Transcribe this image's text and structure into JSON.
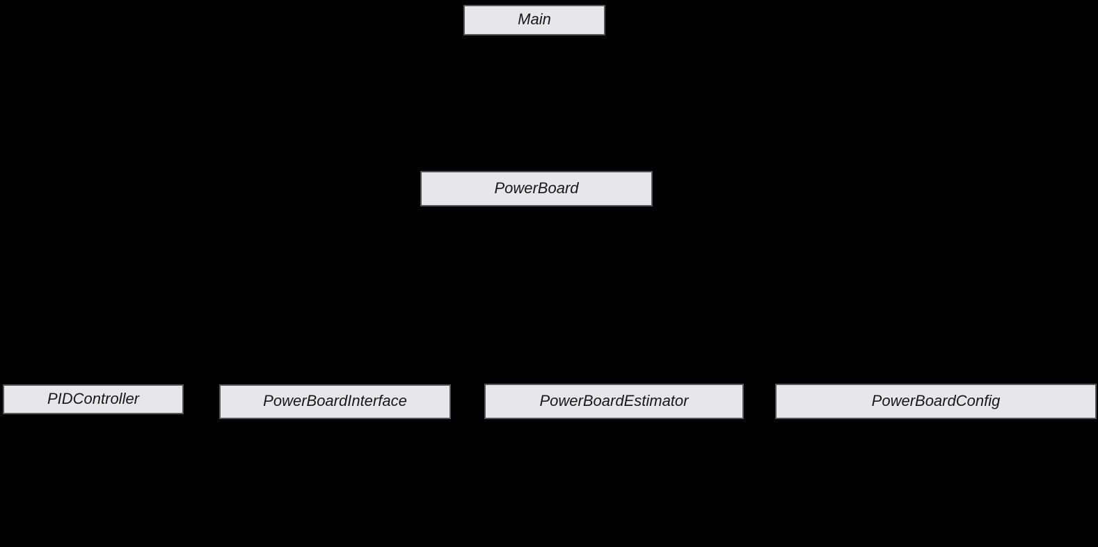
{
  "diagram": {
    "background": "#000000",
    "node_fill": "#e7e7e9",
    "node_border": "#54585b",
    "node_text_color": "#18181b",
    "nodes": [
      {
        "label": "Main"
      },
      {
        "label": "PowerBoard"
      },
      {
        "label": "PIDController"
      },
      {
        "label": "PowerBoardInterface"
      },
      {
        "label": "PowerBoardEstimator"
      },
      {
        "label": "PowerBoardConfig"
      }
    ]
  }
}
